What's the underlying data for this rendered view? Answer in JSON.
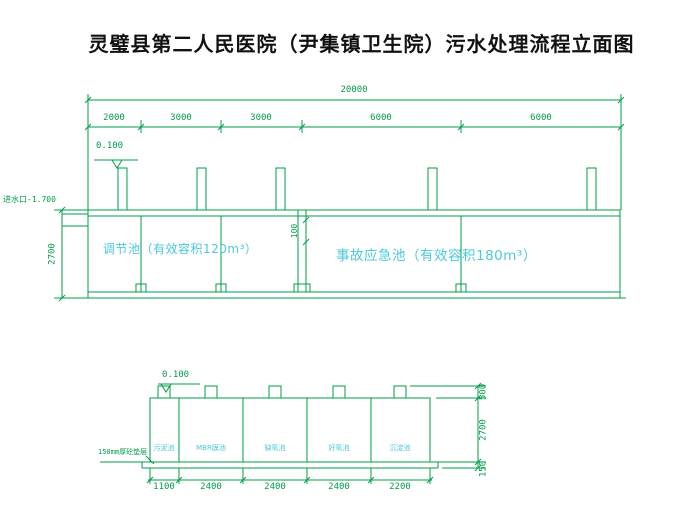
{
  "title": "灵璧县第二人民医院（尹集镇卫生院）污水处理流程立面图",
  "colors": {
    "line_green": "#009E49",
    "label_cyan": "#4AC9DB",
    "title_black": "#111111"
  },
  "upper_view": {
    "total_dimension": "20000",
    "segment_dimensions": [
      "2000",
      "3000",
      "3000",
      "6000",
      "6000"
    ],
    "elevation_mark": "0.100",
    "inlet_label": "进水口-1.700",
    "depth_dimension": "2700",
    "wall_gap_dimension": "100",
    "tank_left_label": "调节池（有效容积120m³）",
    "tank_right_label": "事故应急池（有效容积180m³）"
  },
  "lower_view": {
    "elevation_mark": "0.100",
    "base_note": "150mm厚砼垫层",
    "cell_labels": [
      "污泥池",
      "MBR膜池",
      "缺氧池",
      "好氧池",
      "沉淀池"
    ],
    "bottom_dimensions": [
      "1100",
      "2400",
      "2400",
      "2400",
      "2200"
    ],
    "stub_height_dimension": "500",
    "depth_dimension": "2700",
    "base_thickness_dimension": "150"
  }
}
